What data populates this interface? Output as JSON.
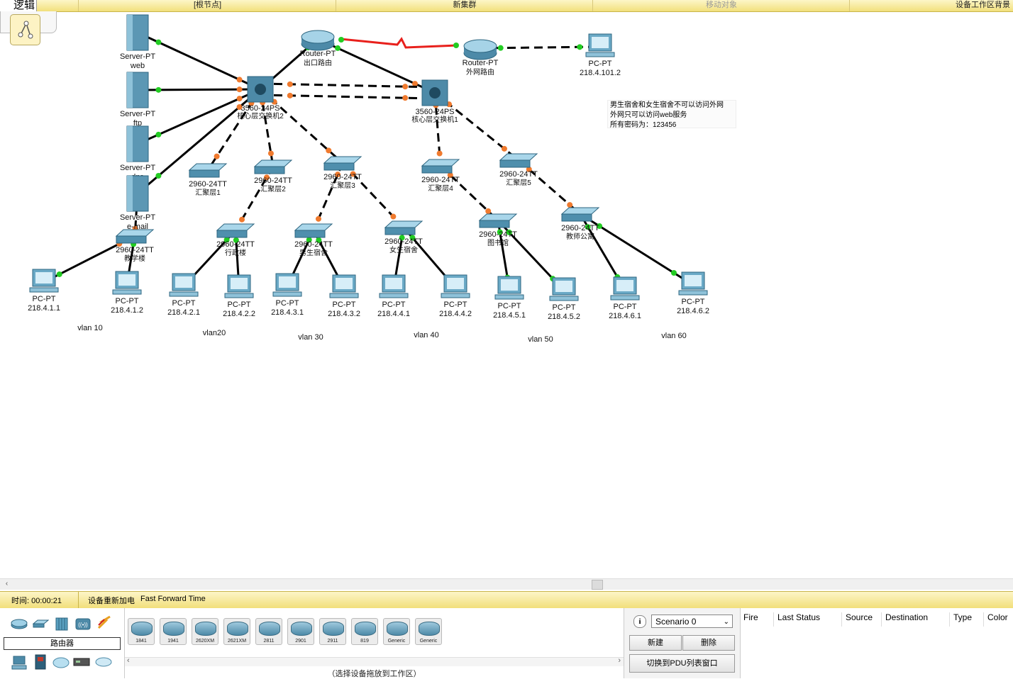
{
  "topbar": {
    "logic_tab": "逻辑",
    "root_node": "[根节点]",
    "new_cluster": "新集群",
    "move_object": "移动对象",
    "workspace_bg": "设备工作区背景"
  },
  "topology": {
    "servers": [
      {
        "type": "Server-PT",
        "name": "web"
      },
      {
        "type": "Server-PT",
        "name": "ftp"
      },
      {
        "type": "Server-PT",
        "name": "dns"
      },
      {
        "type": "Server-PT",
        "name": "e-mail"
      }
    ],
    "routers": [
      {
        "type": "Router-PT",
        "name": "出口路由"
      },
      {
        "type": "Router-PT",
        "name": "外网路由"
      }
    ],
    "core_switches": [
      {
        "type": "3560-24PS",
        "name": "核心层交换机2"
      },
      {
        "type": "3560-24PS",
        "name": "核心层交换机1"
      }
    ],
    "agg_switches": [
      {
        "type": "2960-24TT",
        "name": "汇聚层1"
      },
      {
        "type": "2960-24TT",
        "name": "汇聚层2"
      },
      {
        "type": "2960-24TT",
        "name": "汇聚层3"
      },
      {
        "type": "2960-24TT",
        "name": "汇聚层4"
      },
      {
        "type": "2960-24TT",
        "name": "汇聚层5"
      }
    ],
    "access_switches": [
      {
        "type": "2960-24TT",
        "name": "教学楼"
      },
      {
        "type": "2960-24TT",
        "name": "行政楼"
      },
      {
        "type": "2960-24TT",
        "name": "男生宿舍"
      },
      {
        "type": "2960-24TT",
        "name": "女生宿舍"
      },
      {
        "type": "2960-24TT",
        "name": "图书馆"
      },
      {
        "type": "2960-24TT",
        "name": "教师公寓"
      }
    ],
    "pcs": [
      {
        "type": "PC-PT",
        "ip": "218.4.1.1"
      },
      {
        "type": "PC-PT",
        "ip": "218.4.1.2"
      },
      {
        "type": "PC-PT",
        "ip": "218.4.2.1"
      },
      {
        "type": "PC-PT",
        "ip": "218.4.2.2"
      },
      {
        "type": "PC-PT",
        "ip": "218.4.3.1"
      },
      {
        "type": "PC-PT",
        "ip": "218.4.3.2"
      },
      {
        "type": "PC-PT",
        "ip": "218.4.4.1"
      },
      {
        "type": "PC-PT",
        "ip": "218.4.4.2"
      },
      {
        "type": "PC-PT",
        "ip": "218.4.5.1"
      },
      {
        "type": "PC-PT",
        "ip": "218.4.5.2"
      },
      {
        "type": "PC-PT",
        "ip": "218.4.6.1"
      },
      {
        "type": "PC-PT",
        "ip": "218.4.6.2"
      },
      {
        "type": "PC-PT",
        "ip": "218.4.101.2"
      }
    ],
    "vlans": [
      "vlan 10",
      "vlan20",
      "vlan 30",
      "vlan 40",
      "vlan 50",
      "vlan 60"
    ],
    "note": [
      "男生宿舍和女生宿舍不可以访问外网",
      "外网只可以访问web服务",
      "所有密码为：123456"
    ]
  },
  "status": {
    "time_label": "时间: 00:00:21",
    "power_cycle": "设备重新加电",
    "fast_forward": "Fast Forward Time"
  },
  "device_category": {
    "selected_label": "路由器"
  },
  "device_models": [
    "1841",
    "1941",
    "2620XM",
    "2621XM",
    "2811",
    "2901",
    "2911",
    "819",
    "Generic",
    "Generic"
  ],
  "device_hint": "（选择设备拖放到工作区）",
  "scenario": {
    "selected": "Scenario 0",
    "new_label": "新建",
    "delete_label": "删除",
    "switch_label": "切换到PDU列表窗口"
  },
  "pdu_table": {
    "columns": [
      "Fire",
      "Last Status",
      "Source",
      "Destination",
      "Type",
      "Color"
    ]
  },
  "colors": {
    "link_black": "#000000",
    "wan_link": "#e8201c",
    "port_up": "#22cc22",
    "port_blocking": "#f07a2e",
    "bar_yellow": "#f6e98e"
  }
}
